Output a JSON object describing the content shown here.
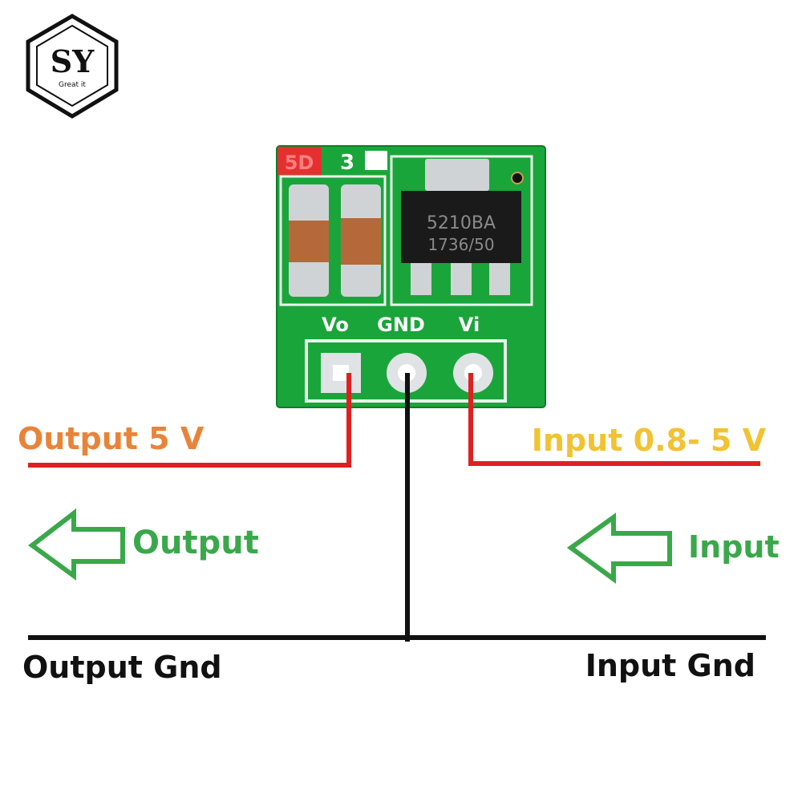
{
  "logo": {
    "letters": "SY",
    "tagline": "Great it"
  },
  "board": {
    "chip_line1": "5210BA",
    "chip_line2": "1736/50",
    "silkscreen_marks": [
      "5D",
      "3"
    ],
    "pins": {
      "output": "Vo",
      "ground": "GND",
      "input": "Vi"
    }
  },
  "labels": {
    "output_voltage": "Output 5 V",
    "input_voltage": "Input 0.8- 5 V",
    "output_arrow": "Output",
    "input_arrow": "Input",
    "output_gnd": "Output Gnd",
    "input_gnd": "Input Gnd"
  },
  "colors": {
    "output_label": "#e8843a",
    "input_label": "#f1c232",
    "arrow_label": "#3aa84a",
    "wire_power": "#e02020",
    "wire_ground": "#111111",
    "pcb": "#1aa53a"
  }
}
